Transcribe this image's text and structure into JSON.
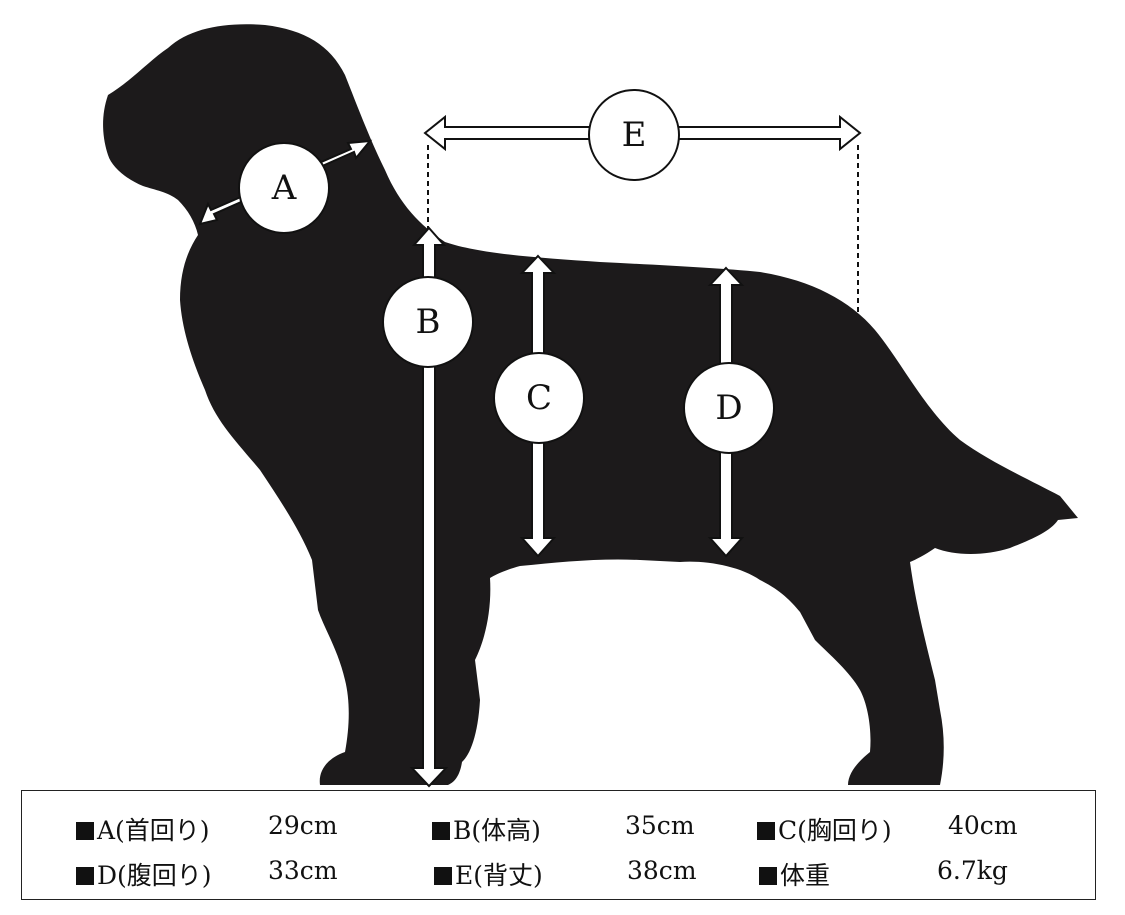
{
  "colors": {
    "silhouette": "#1c1a1b",
    "arrow_fill": "#ffffff",
    "arrow_stroke": "#111111",
    "background": "#ffffff"
  },
  "diagram": {
    "markers": {
      "a": "A",
      "b": "B",
      "c": "C",
      "d": "D",
      "e": "E"
    }
  },
  "legend": {
    "rows": [
      [
        {
          "label": "A(首回り)",
          "value": "29cm"
        },
        {
          "label": "B(体高)",
          "value": "35cm"
        },
        {
          "label": "C(胸回り)",
          "value": "40cm"
        }
      ],
      [
        {
          "label": "D(腹回り)",
          "value": "33cm"
        },
        {
          "label": "E(背丈)",
          "value": "38cm"
        },
        {
          "label": "体重",
          "value": "6.7kg"
        }
      ]
    ]
  }
}
